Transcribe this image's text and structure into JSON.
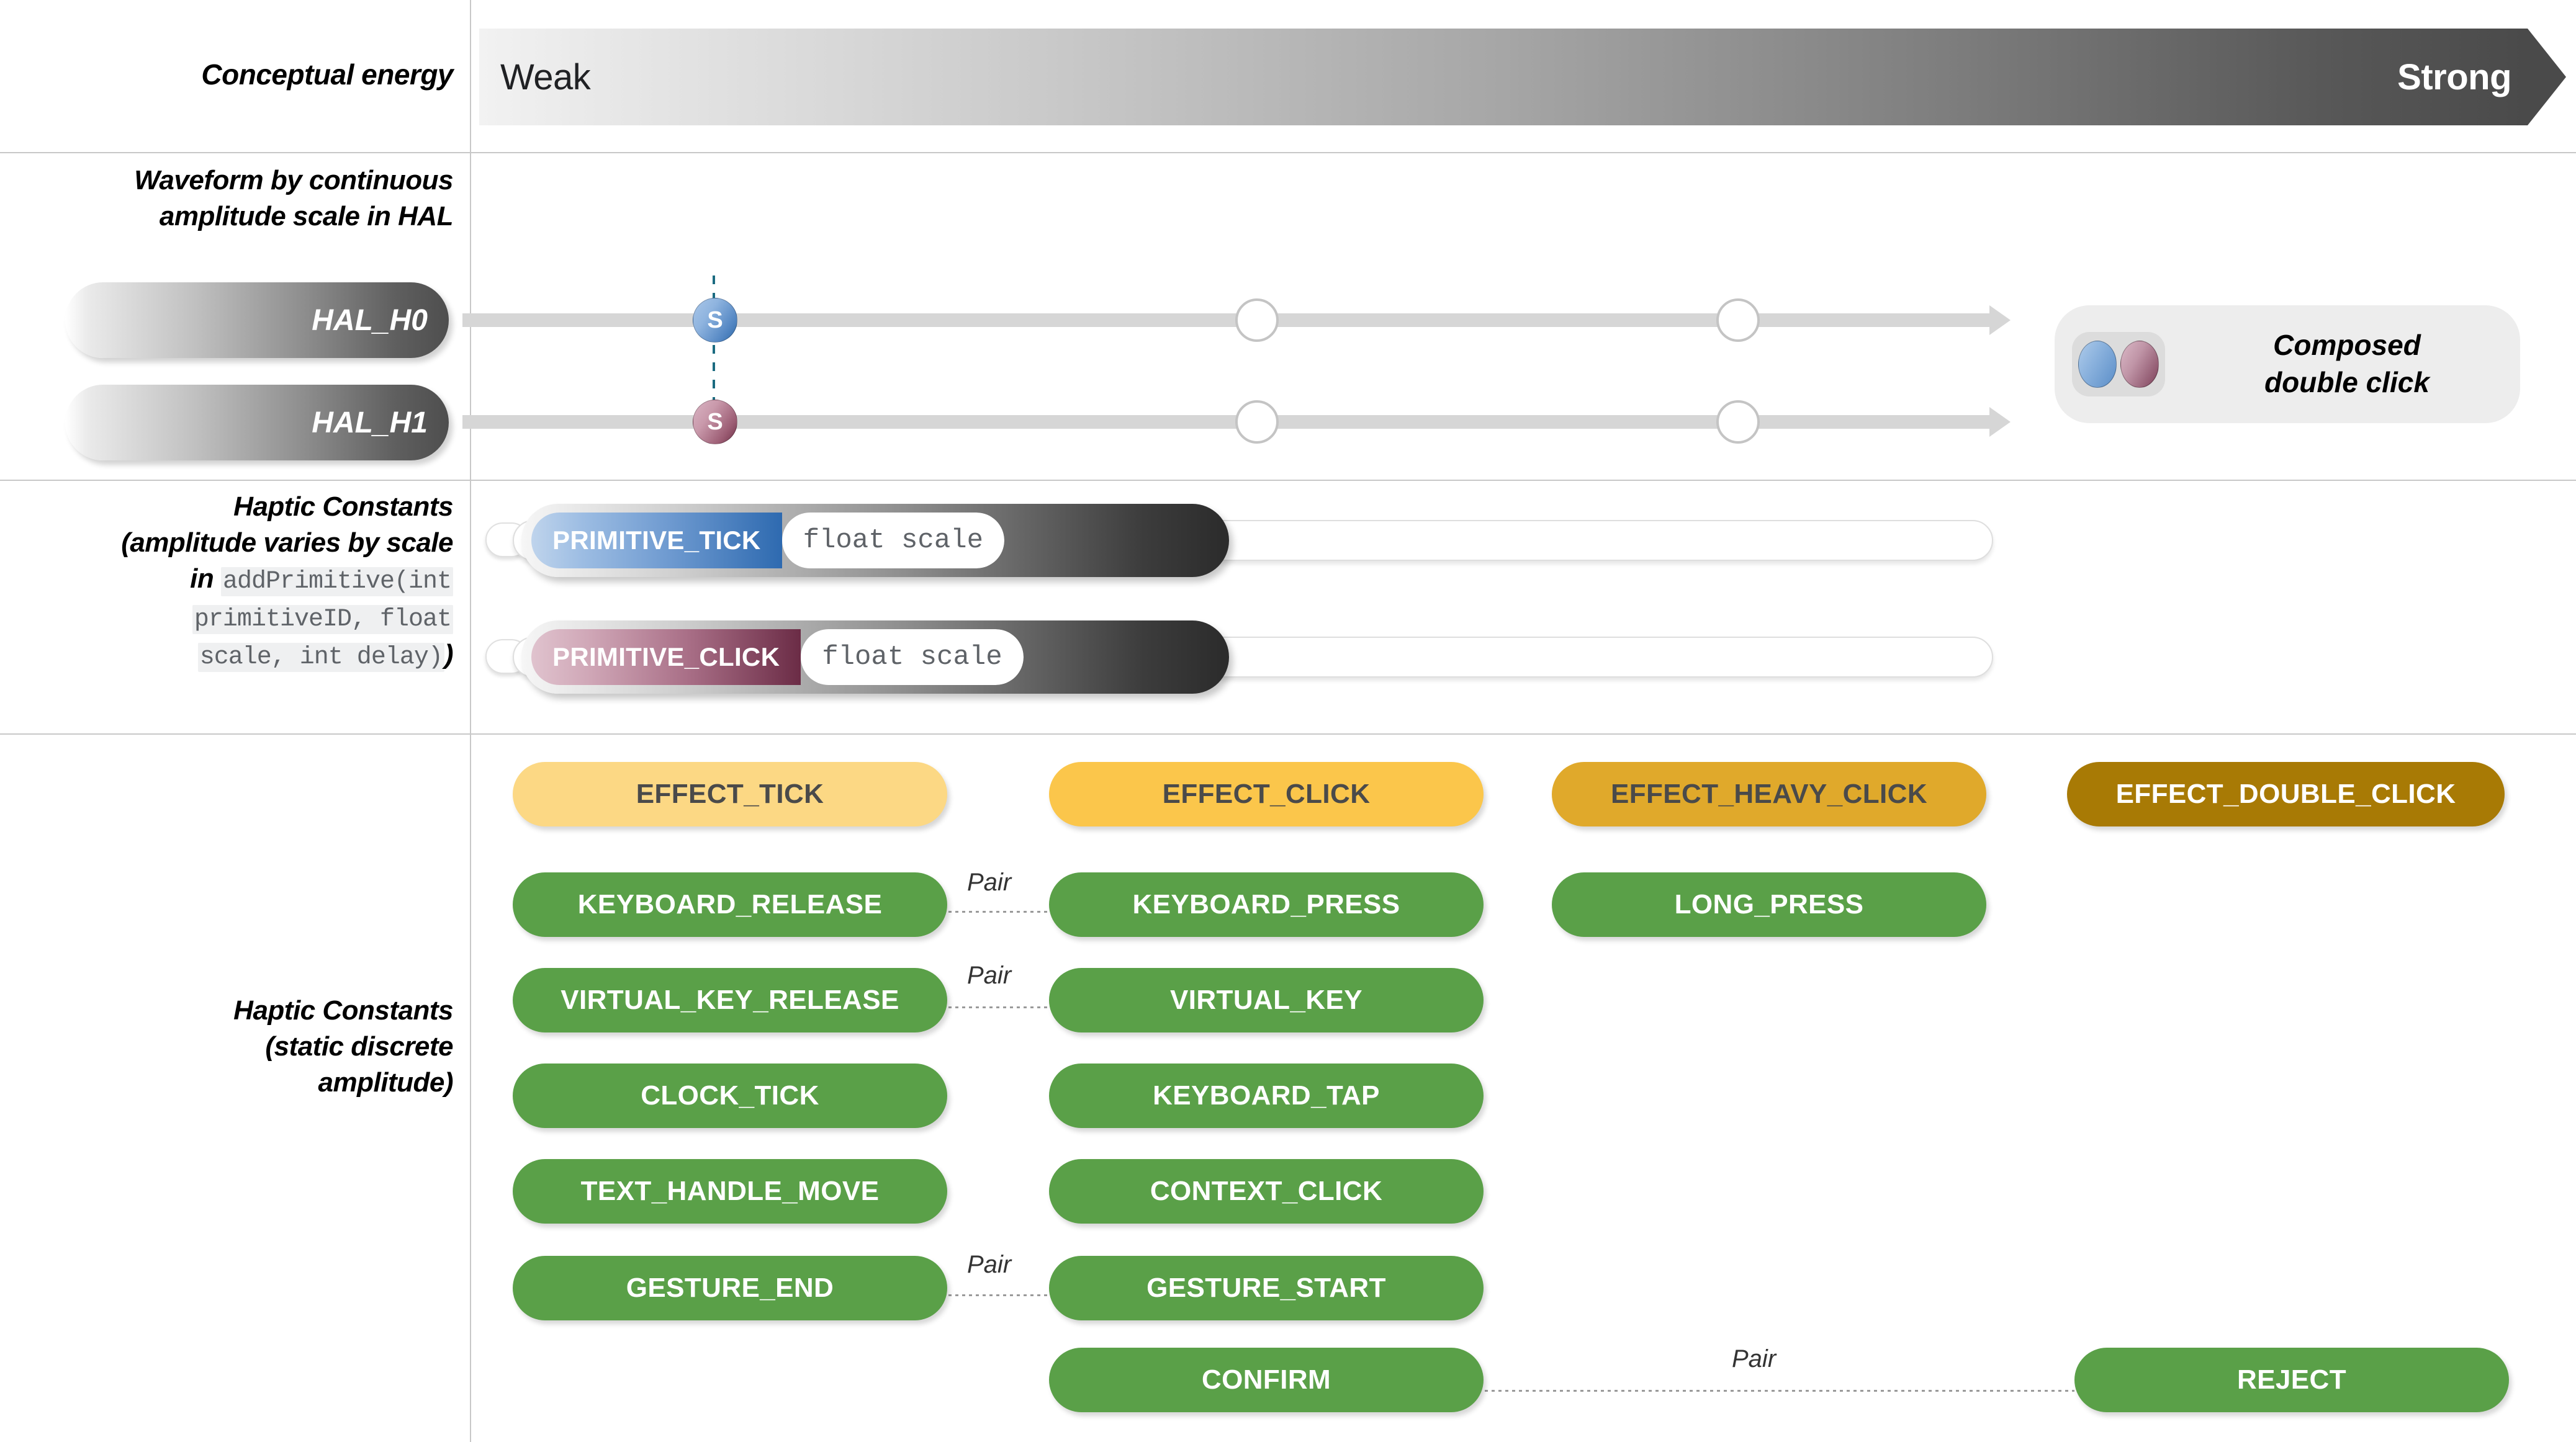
{
  "grid": {
    "divider_color": "#c8c8c8",
    "label_column_x": 757
  },
  "energy_row": {
    "label": "Conceptual energy",
    "weak_label": "Weak",
    "strong_label": "Strong",
    "gradient_from": "#f2f2f2",
    "gradient_to": "#4a4a4a"
  },
  "waveform_row": {
    "label_line1": "Waveform by continuous",
    "label_line2": "amplitude scale in HAL",
    "tracks": [
      {
        "name": "HAL_H0",
        "marker": "S",
        "marker_color": "#5588c4"
      },
      {
        "name": "HAL_H1",
        "marker": "S",
        "marker_color": "#9c5d74"
      }
    ],
    "composed": {
      "line1": "Composed",
      "line2": "double click",
      "dot1_color": "#5b8ec8",
      "dot2_color": "#7d4059"
    }
  },
  "primitive_row": {
    "label_line1": "Haptic Constants",
    "label_line2": "(amplitude varies by scale",
    "label_line3_prefix": "in ",
    "label_code_line1": "addPrimitive(int",
    "label_code_line2": "primitiveID, float",
    "label_code_line3": "scale, int delay)",
    "label_tail": ")",
    "items": [
      {
        "name": "PRIMITIVE_TICK",
        "value": "float scale",
        "accent": "#2e6ab0"
      },
      {
        "name": "PRIMITIVE_CLICK",
        "value": "float scale",
        "accent": "#6b2c46"
      }
    ]
  },
  "constants_row": {
    "label_line1": "Haptic Constants",
    "label_line2": "(static discrete",
    "label_line3": "amplitude)",
    "effects": [
      {
        "label": "EFFECT_TICK",
        "bg": "#fcd884",
        "fg": "#4a4a4a"
      },
      {
        "label": "EFFECT_CLICK",
        "bg": "#fbc64b",
        "fg": "#4a4a4a"
      },
      {
        "label": "EFFECT_HEAVY_CLICK",
        "bg": "#e0a92b",
        "fg": "#4a4a4a"
      },
      {
        "label": "EFFECT_DOUBLE_CLICK",
        "bg": "#a87a05",
        "fg": "#ffffff"
      }
    ],
    "green_color": "#5aa048",
    "constants": [
      {
        "label": "KEYBOARD_RELEASE",
        "column": 1,
        "row": 1
      },
      {
        "label": "KEYBOARD_PRESS",
        "column": 2,
        "row": 1
      },
      {
        "label": "LONG_PRESS",
        "column": 3,
        "row": 1
      },
      {
        "label": "VIRTUAL_KEY_RELEASE",
        "column": 1,
        "row": 2
      },
      {
        "label": "VIRTUAL_KEY",
        "column": 2,
        "row": 2
      },
      {
        "label": "CLOCK_TICK",
        "column": 1,
        "row": 3
      },
      {
        "label": "KEYBOARD_TAP",
        "column": 2,
        "row": 3
      },
      {
        "label": "TEXT_HANDLE_MOVE",
        "column": 1,
        "row": 4
      },
      {
        "label": "CONTEXT_CLICK",
        "column": 2,
        "row": 4
      },
      {
        "label": "GESTURE_END",
        "column": 1,
        "row": 5
      },
      {
        "label": "GESTURE_START",
        "column": 2,
        "row": 5
      },
      {
        "label": "CONFIRM",
        "column": 2,
        "row": 6
      },
      {
        "label": "REJECT",
        "column": 4,
        "row": 6
      }
    ],
    "pairs": [
      {
        "label": "Pair",
        "row": 1
      },
      {
        "label": "Pair",
        "row": 2
      },
      {
        "label": "Pair",
        "row": 5
      },
      {
        "label": "Pair",
        "row": 6
      }
    ]
  }
}
